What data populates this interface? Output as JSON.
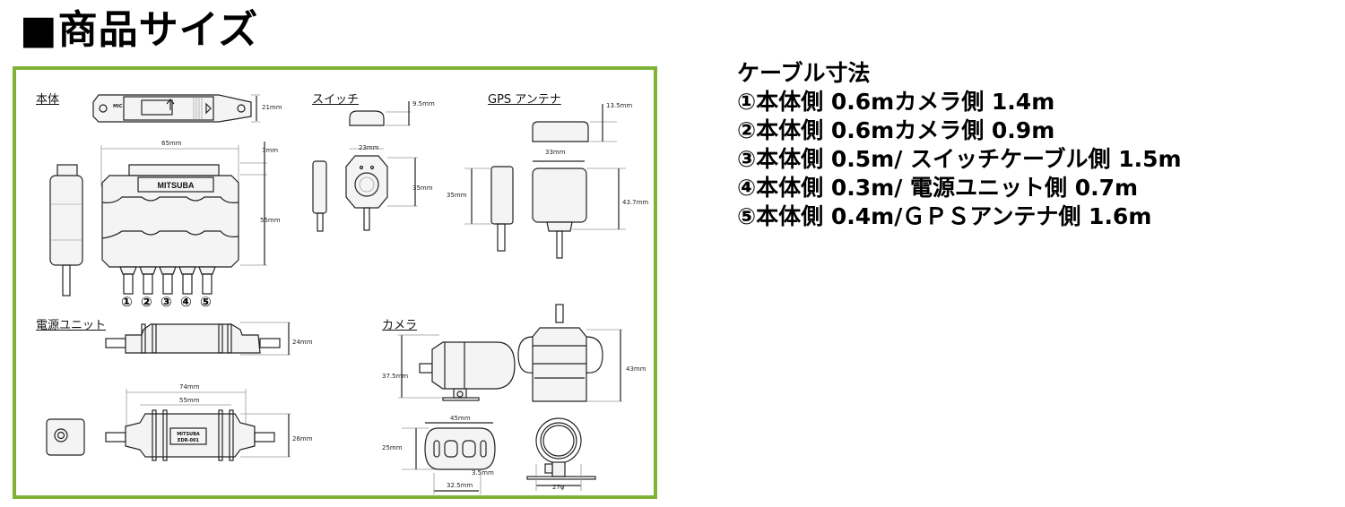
{
  "page_title": "■商品サイズ",
  "diagram": {
    "border_color": "#80b236",
    "sections": {
      "main_unit": {
        "label": "本体",
        "dims": {
          "height_top": "21mm",
          "width": "65mm",
          "top_protrusion": "7mm",
          "body_height": "55mm"
        },
        "brand": "MITSUBA",
        "ports": [
          "①",
          "②",
          "③",
          "④",
          "⑤"
        ],
        "side_text": "MIC"
      },
      "switch": {
        "label": "スイッチ",
        "dims": {
          "thickness": "9.5mm",
          "width": "23mm",
          "height": "35mm"
        }
      },
      "gps_antenna": {
        "label": "GPS アンテナ",
        "dims": {
          "thickness": "13.5mm",
          "width": "33mm",
          "side_height": "35mm",
          "height": "43.7mm"
        }
      },
      "power_unit": {
        "label": "電源ユニット",
        "dims": {
          "thickness": "24mm",
          "overall_length": "74mm",
          "body_length": "55mm",
          "height": "26mm"
        },
        "brand": "MITSUBA",
        "model": "EDR-001"
      },
      "camera": {
        "label": "カメラ",
        "dims": {
          "side_height": "37.5mm",
          "front_height": "43mm",
          "base_width": "45mm",
          "base_depth": "25mm",
          "slot": "3.5mm",
          "hole_pitch": "32.5mm",
          "diameter": "27φ"
        }
      }
    }
  },
  "cable_lengths": {
    "heading": "ケーブル寸法",
    "rows": [
      "①本体側 0.6mカメラ側 1.4m",
      "②本体側 0.6mカメラ側 0.9m",
      "③本体側 0.5m/ スイッチケーブル側 1.5m",
      "④本体側 0.3m/ 電源ユニット側 0.7m",
      "⑤本体側 0.4m/ＧＰＳアンテナ側 1.6m"
    ]
  }
}
